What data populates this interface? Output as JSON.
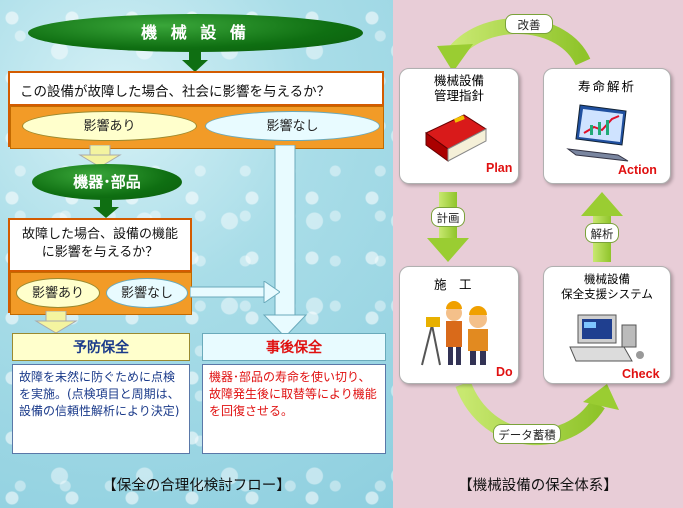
{
  "flow": {
    "top_label": "機 械 設 備",
    "question1": "この設備が故障した場合、社会に影響を与えるか？",
    "yes1": "影響あり",
    "no1": "影響なし",
    "mid_label": "機器･部品",
    "question2": "故障した場合、設備の機能に影響を与えるか？",
    "yes2": "影響あり",
    "no2": "影響なし",
    "preventive_title": "予防保全",
    "preventive_text": "故障を未然に防ぐために点検を実施。(点検項目と周期は、設備の信頼性解析により決定)",
    "corrective_title": "事後保全",
    "corrective_text": "機器･部品の寿命を使い切り、故障発生後に取替等により機能を回復させる。",
    "caption": "【保全の合理化検討フロー】"
  },
  "system": {
    "kaizen": "改善",
    "plan_title": "機械設備\n管理指針",
    "plan_label": "Plan",
    "action_title": "寿命解析",
    "action_label": "Action",
    "keikaku": "計画",
    "kaiseki": "解析",
    "do_title": "施　工",
    "do_label": "Do",
    "check_title": "機械設備\n保全支援システム",
    "check_label": "Check",
    "data_label": "データ蓄積",
    "caption": "【機械設備の保全体系】"
  },
  "colors": {
    "green": "#0f6f12",
    "orange": "#f29b27",
    "red": "#e01010",
    "blue_text": "#1a3a8a",
    "arrow_green": "#9acd32"
  }
}
